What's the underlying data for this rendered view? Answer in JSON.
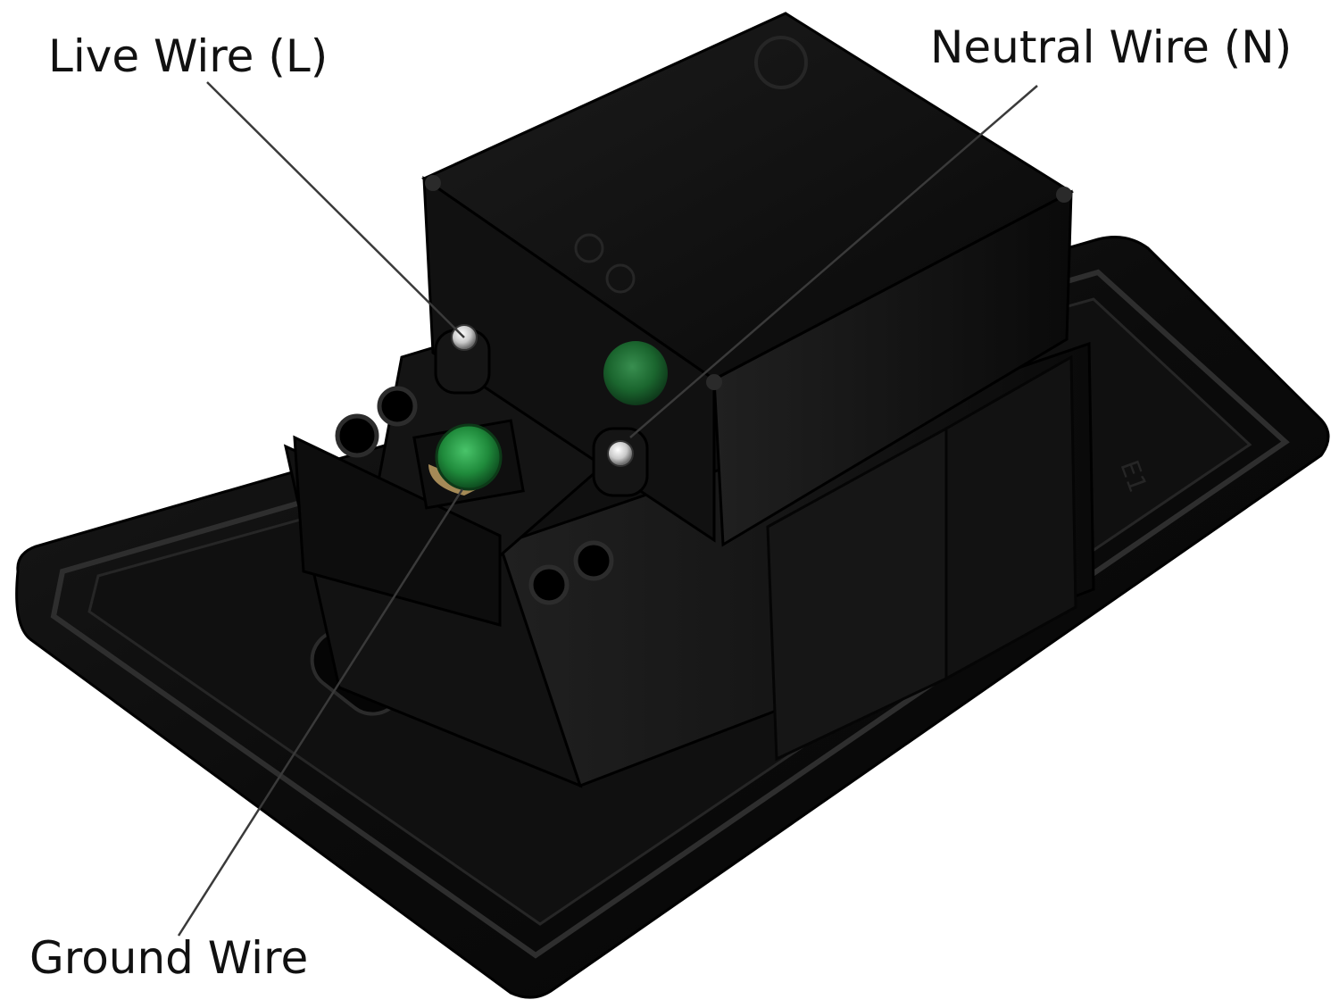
{
  "labels": {
    "live": "Live Wire (L)",
    "neutral": "Neutral Wire (N)",
    "ground": "Ground Wire"
  },
  "colors": {
    "background": "#ffffff",
    "plastic": "#0b0b0b",
    "plastic_highlight": "#3a3a3a",
    "screw_green": "#1f8a3b",
    "screw_silver": "#c9c9c9",
    "leader_line": "#3a3a3a"
  }
}
